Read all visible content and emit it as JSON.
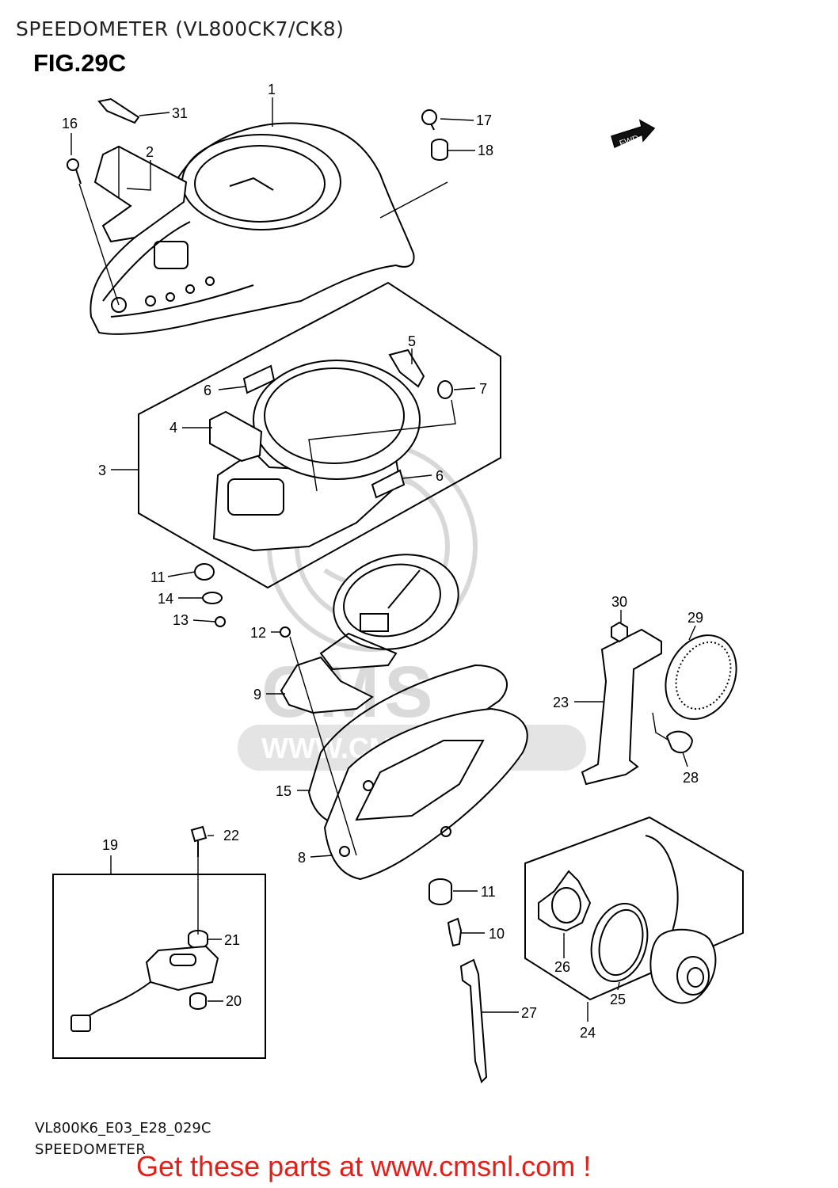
{
  "page": {
    "title": "SPEEDOMETER (VL800CK7/CK8)",
    "figure": "FIG.29C",
    "footer_code": "VL800K6_E03_E28_029C",
    "footer_name": "SPEEDOMETER",
    "promo": "Get these parts at www.cmsnl.com !",
    "fwd_badge": "FWD"
  },
  "watermark": {
    "brand": "CMS",
    "url": "WWW.CMSNL.COM"
  },
  "callouts": [
    {
      "id": "c1",
      "label": "1"
    },
    {
      "id": "c2",
      "label": "2"
    },
    {
      "id": "c3",
      "label": "3"
    },
    {
      "id": "c4",
      "label": "4"
    },
    {
      "id": "c5",
      "label": "5"
    },
    {
      "id": "c6a",
      "label": "6"
    },
    {
      "id": "c6b",
      "label": "6"
    },
    {
      "id": "c7",
      "label": "7"
    },
    {
      "id": "c8",
      "label": "8"
    },
    {
      "id": "c9",
      "label": "9"
    },
    {
      "id": "c10",
      "label": "10"
    },
    {
      "id": "c11a",
      "label": "11"
    },
    {
      "id": "c11b",
      "label": "11"
    },
    {
      "id": "c12",
      "label": "12"
    },
    {
      "id": "c13",
      "label": "13"
    },
    {
      "id": "c14",
      "label": "14"
    },
    {
      "id": "c15",
      "label": "15"
    },
    {
      "id": "c16",
      "label": "16"
    },
    {
      "id": "c17",
      "label": "17"
    },
    {
      "id": "c18",
      "label": "18"
    },
    {
      "id": "c19",
      "label": "19"
    },
    {
      "id": "c20",
      "label": "20"
    },
    {
      "id": "c21",
      "label": "21"
    },
    {
      "id": "c22",
      "label": "22"
    },
    {
      "id": "c23",
      "label": "23"
    },
    {
      "id": "c24",
      "label": "24"
    },
    {
      "id": "c25",
      "label": "25"
    },
    {
      "id": "c26",
      "label": "26"
    },
    {
      "id": "c27",
      "label": "27"
    },
    {
      "id": "c28",
      "label": "28"
    },
    {
      "id": "c29",
      "label": "29"
    },
    {
      "id": "c30",
      "label": "30"
    },
    {
      "id": "c31",
      "label": "31"
    }
  ]
}
